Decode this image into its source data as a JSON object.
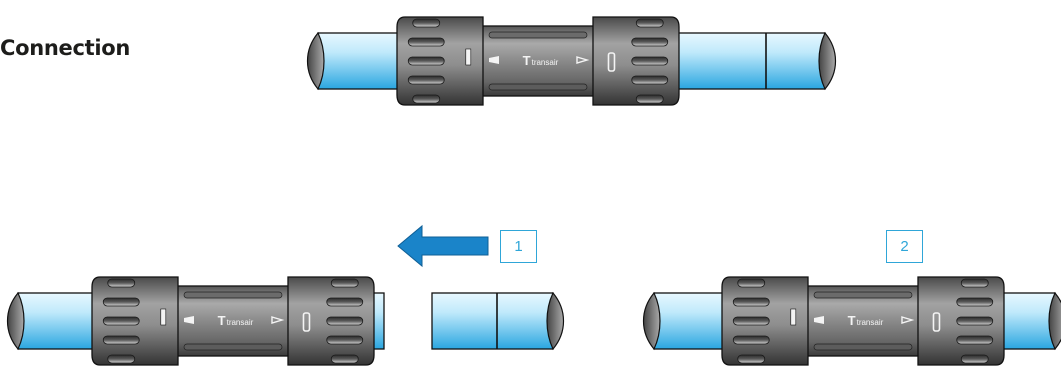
{
  "title": "Connection",
  "steps": [
    {
      "label": "1"
    },
    {
      "label": "2"
    }
  ],
  "brand": {
    "initial": "T",
    "name": "transair"
  },
  "colors": {
    "pipe_light": "#e8f8ff",
    "pipe_dark": "#2aa6e0",
    "fitting_light": "#9b9b9b",
    "fitting_dark": "#3f3f3f",
    "arrow_blue": "#1a84c9",
    "step_border": "#2fa6d8"
  },
  "arrow_direction": "left"
}
